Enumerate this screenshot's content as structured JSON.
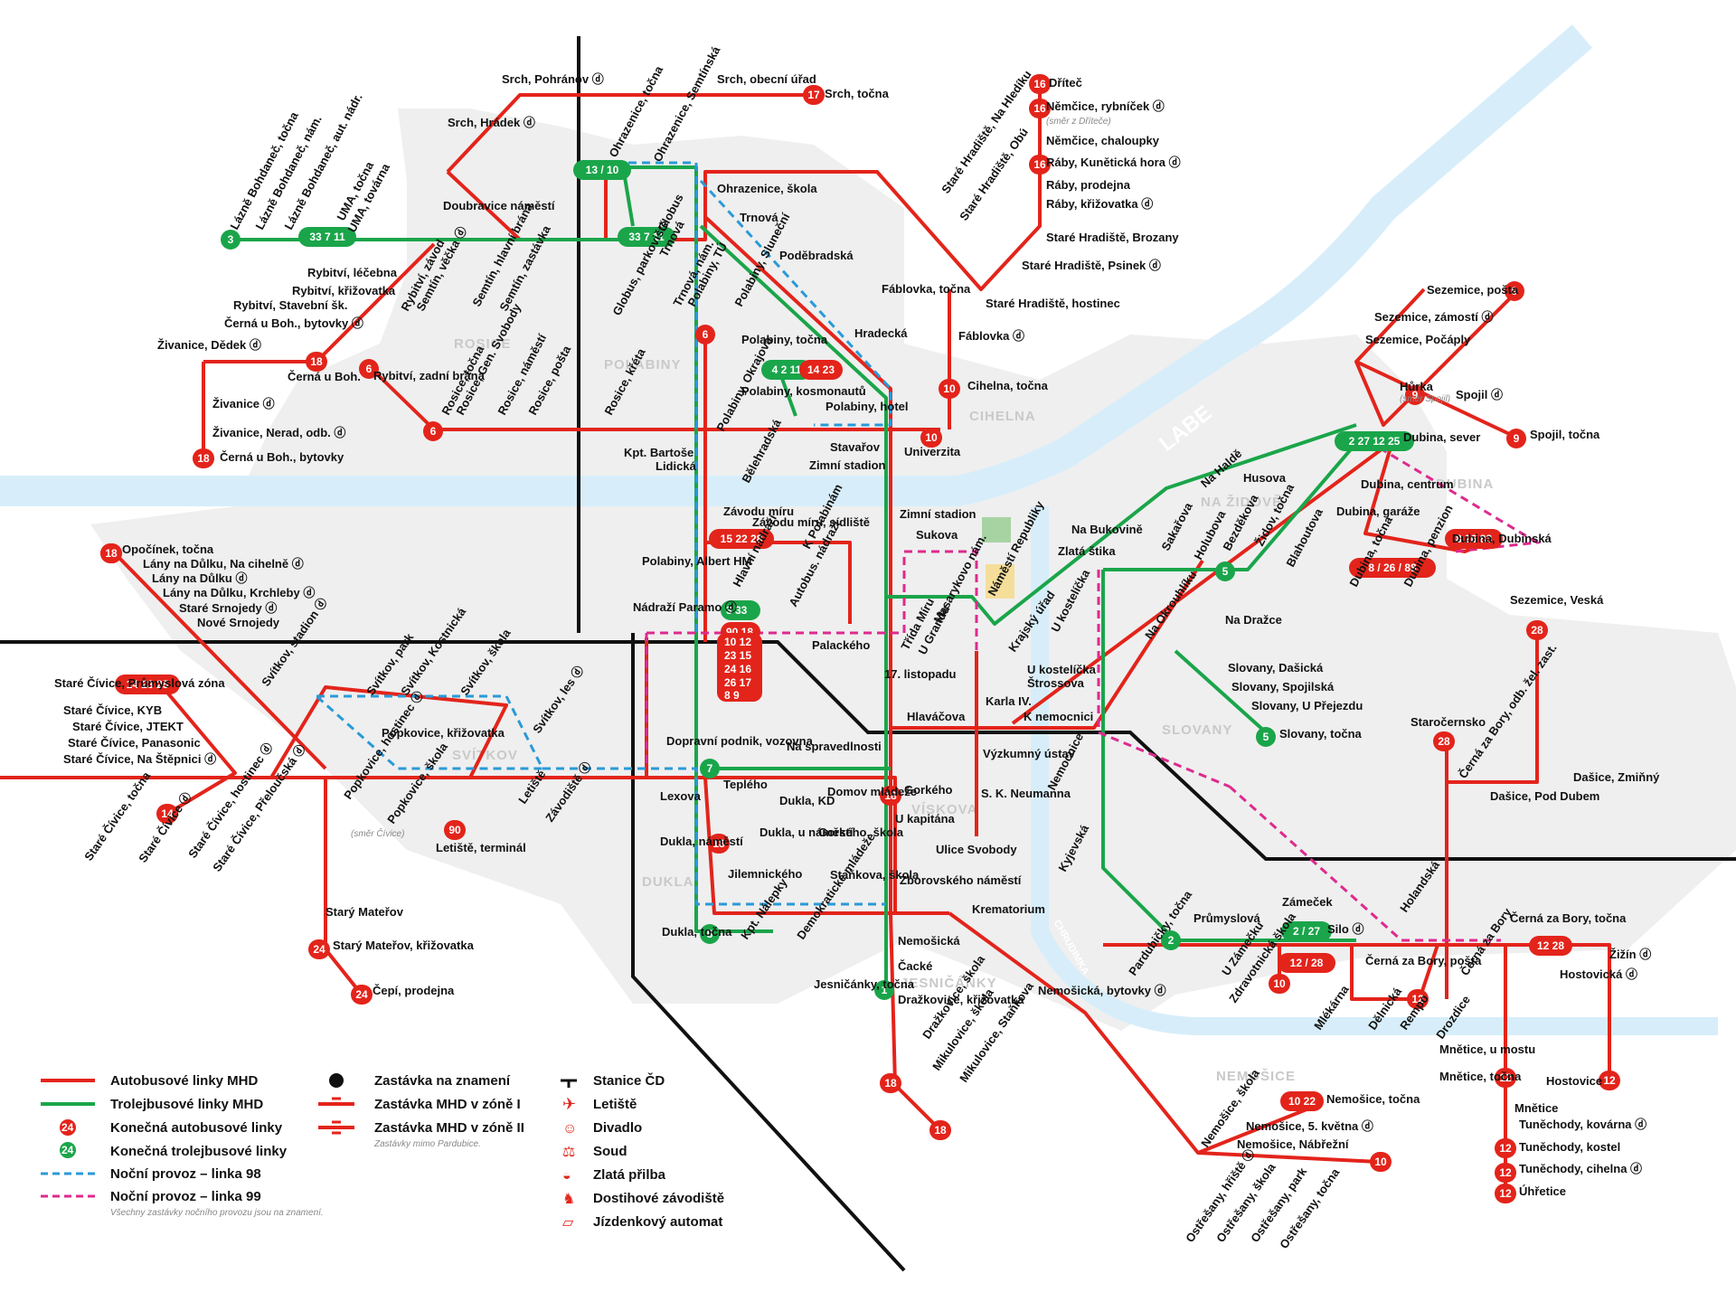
{
  "colors": {
    "bus": "#e3241b",
    "trolley": "#1aa54a",
    "night98": "#2a9ad8",
    "night99": "#de2a8e",
    "rail": "#111111",
    "river": "#d7eefa",
    "district": "#efefef"
  },
  "rivers": {
    "labe": "LABE",
    "chrudimka": "CHRUDIMKA"
  },
  "districts": [
    {
      "id": "rosice",
      "text": "ROSICE"
    },
    {
      "id": "polabiny",
      "text": "POLABINY"
    },
    {
      "id": "cihelna",
      "text": "CIHELNA"
    },
    {
      "id": "na_zidove",
      "text": "NA ŽIDOVĚ"
    },
    {
      "id": "dubina",
      "text": "DUBINA"
    },
    {
      "id": "slovany",
      "text": "SLOVANY"
    },
    {
      "id": "svitkov",
      "text": "SVÍTKOV"
    },
    {
      "id": "dukla",
      "text": "DUKLA"
    },
    {
      "id": "viskova",
      "text": "VÍSKOVA"
    },
    {
      "id": "jesnicanky",
      "text": "JESNIČÁNKY"
    },
    {
      "id": "nemosice",
      "text": "NEMOŠICE"
    }
  ],
  "terminals": [
    {
      "id": "t3",
      "kind": "trolley",
      "text": "3"
    },
    {
      "id": "t33_7_11_w",
      "kind": "trolley",
      "text": "33 7 11"
    },
    {
      "id": "t13_10",
      "kind": "trolley",
      "text": "13 / 10"
    },
    {
      "id": "t33_7_11_c",
      "kind": "trolley",
      "text": "33 7 11"
    },
    {
      "id": "t17",
      "kind": "bus",
      "text": "17"
    },
    {
      "id": "t16a",
      "kind": "bus",
      "text": "16"
    },
    {
      "id": "t16b",
      "kind": "bus",
      "text": "16"
    },
    {
      "id": "t16c",
      "kind": "bus",
      "text": "16"
    },
    {
      "id": "t18a",
      "kind": "bus",
      "text": "18"
    },
    {
      "id": "t18b",
      "kind": "bus",
      "text": "18"
    },
    {
      "id": "t6a",
      "kind": "bus",
      "text": "6"
    },
    {
      "id": "t6b",
      "kind": "bus",
      "text": "6"
    },
    {
      "id": "t6c",
      "kind": "bus",
      "text": "6"
    },
    {
      "id": "t18c",
      "kind": "bus",
      "text": "18"
    },
    {
      "id": "t42",
      "kind": "trolley",
      "text": "4 2 11"
    },
    {
      "id": "t1423",
      "kind": "bus",
      "text": "14 23"
    },
    {
      "id": "t10a",
      "kind": "bus",
      "text": "10"
    },
    {
      "id": "t10b",
      "kind": "bus",
      "text": "10"
    },
    {
      "id": "t9a",
      "kind": "bus",
      "text": "9"
    },
    {
      "id": "t9b",
      "kind": "bus",
      "text": "9"
    },
    {
      "id": "t9c",
      "kind": "bus",
      "text": "9"
    },
    {
      "id": "t2271225",
      "kind": "trolley",
      "text": "2 27 12 25"
    },
    {
      "id": "t152228",
      "kind": "bus",
      "text": "15 22 28"
    },
    {
      "id": "t8_26_88",
      "kind": "bus",
      "text": "8 26 88"
    },
    {
      "id": "t8_26_88b",
      "kind": "bus",
      "text": "8 / 26 / 88"
    },
    {
      "id": "t5a",
      "kind": "trolley",
      "text": "5"
    },
    {
      "id": "t5b",
      "kind": "trolley",
      "text": "5"
    },
    {
      "id": "t5c",
      "kind": "trolley",
      "text": "5"
    },
    {
      "id": "t18d",
      "kind": "bus",
      "text": "18"
    },
    {
      "id": "t28a",
      "kind": "bus",
      "text": "28"
    },
    {
      "id": "t28b",
      "kind": "bus",
      "text": "28"
    },
    {
      "id": "t142325",
      "kind": "bus",
      "text": "14 23 25"
    },
    {
      "id": "t14",
      "kind": "bus",
      "text": "14"
    },
    {
      "id": "t90",
      "kind": "bus",
      "text": "90"
    },
    {
      "id": "t7",
      "kind": "trolley",
      "text": "7"
    },
    {
      "id": "t18e",
      "kind": "bus",
      "text": "18"
    },
    {
      "id": "t18f",
      "kind": "bus",
      "text": "18"
    },
    {
      "id": "t24a",
      "kind": "bus",
      "text": "24"
    },
    {
      "id": "t24b",
      "kind": "bus",
      "text": "24"
    },
    {
      "id": "t1",
      "kind": "trolley",
      "text": "1"
    },
    {
      "id": "t18g",
      "kind": "bus",
      "text": "18"
    },
    {
      "id": "t18h",
      "kind": "bus",
      "text": "18"
    },
    {
      "id": "t2",
      "kind": "trolley",
      "text": "2"
    },
    {
      "id": "t227",
      "kind": "trolley",
      "text": "2 / 27"
    },
    {
      "id": "t1228",
      "kind": "bus",
      "text": "12 / 28"
    },
    {
      "id": "t10c",
      "kind": "bus",
      "text": "10"
    },
    {
      "id": "t12a",
      "kind": "bus",
      "text": "12"
    },
    {
      "id": "t1228b",
      "kind": "bus",
      "text": "12 28"
    },
    {
      "id": "t12b",
      "kind": "bus",
      "text": "12"
    },
    {
      "id": "t12c",
      "kind": "bus",
      "text": "12"
    },
    {
      "id": "t12d",
      "kind": "bus",
      "text": "12"
    },
    {
      "id": "t12e",
      "kind": "bus",
      "text": "12"
    },
    {
      "id": "t12f",
      "kind": "bus",
      "text": "12"
    },
    {
      "id": "t1022",
      "kind": "bus",
      "text": "10 22"
    },
    {
      "id": "t10d",
      "kind": "bus",
      "text": "10"
    }
  ],
  "hub": {
    "top": "3 33",
    "top2": "90 18",
    "rows": [
      "10 12",
      "23 15",
      "24 16",
      "26 17",
      "8 9"
    ]
  },
  "stops": [
    {
      "id": "s1",
      "text": "Srch, Pohránov ⓓ"
    },
    {
      "id": "s2",
      "text": "Srch, obecní úřad"
    },
    {
      "id": "s3",
      "text": "Srch, točna"
    },
    {
      "id": "s4",
      "text": "Srch, Hrádek ⓓ"
    },
    {
      "id": "s5",
      "text": "Doubravice náměstí"
    },
    {
      "id": "s6",
      "text": "Lázně Bohdaneč, točna"
    },
    {
      "id": "s7",
      "text": "Lázně Bohdaneč, nám."
    },
    {
      "id": "s8",
      "text": "Lázně Bohdaneč, aut. nádr."
    },
    {
      "id": "s9",
      "text": "UMA, točna"
    },
    {
      "id": "s10",
      "text": "UMA, továrna"
    },
    {
      "id": "s11",
      "text": "Rybitví, léčebna"
    },
    {
      "id": "s12",
      "text": "Rybitví, křižovatka"
    },
    {
      "id": "s13",
      "text": "Rybitví, Stavební šk."
    },
    {
      "id": "s14",
      "text": "Černá u Boh., bytovky ⓓ"
    },
    {
      "id": "s15",
      "text": "Živanice, Dědek ⓓ"
    },
    {
      "id": "s16",
      "text": "Černá u Boh."
    },
    {
      "id": "s17",
      "text": "Živanice ⓓ"
    },
    {
      "id": "s18",
      "text": "Živanice, Nerad, odb. ⓓ"
    },
    {
      "id": "s19",
      "text": "Černá u Boh., bytovky"
    },
    {
      "id": "s20",
      "text": "Rybitví, závod"
    },
    {
      "id": "s21",
      "text": "Semtín, věčka ⓓ"
    },
    {
      "id": "s22",
      "text": "Semtín, hlavní brána"
    },
    {
      "id": "s23",
      "text": "Semtín, zastávka"
    },
    {
      "id": "s24",
      "text": "Rybitví, zadní brána"
    },
    {
      "id": "s25",
      "text": "Rosice, točna"
    },
    {
      "id": "s26",
      "text": "Rosice, Gen. Svobody"
    },
    {
      "id": "s27",
      "text": "Rosice, náměstí"
    },
    {
      "id": "s28",
      "text": "Rosice, pošta"
    },
    {
      "id": "s29",
      "text": "Rosice, křéta"
    },
    {
      "id": "s30",
      "text": "Ohrazenice, točna"
    },
    {
      "id": "s31",
      "text": "Ohrazenice, Semtínská"
    },
    {
      "id": "s32",
      "text": "Ohrazenice, škola"
    },
    {
      "id": "s33",
      "text": "Globus"
    },
    {
      "id": "s34",
      "text": "Trnová"
    },
    {
      "id": "s35",
      "text": "Globus, parkoviště"
    },
    {
      "id": "s36",
      "text": "Trnová"
    },
    {
      "id": "s37",
      "text": "Trnová, nám."
    },
    {
      "id": "s38",
      "text": "Polabiny, TÚ"
    },
    {
      "id": "s39",
      "text": "Poděbradská"
    },
    {
      "id": "s40",
      "text": "Polabiny, Sluneční"
    },
    {
      "id": "s41",
      "text": "Hradecká"
    },
    {
      "id": "s42",
      "text": "Polabiny, točna"
    },
    {
      "id": "s43",
      "text": "Polabiny, kosmonautů"
    },
    {
      "id": "s44",
      "text": "Polabiny, hotel"
    },
    {
      "id": "s45",
      "text": "Polabiny, Okrajová"
    },
    {
      "id": "s46",
      "text": "Kpt. Bartoše"
    },
    {
      "id": "s47",
      "text": "Lidická"
    },
    {
      "id": "s48",
      "text": "Bělehradská"
    },
    {
      "id": "s49",
      "text": "Stavařov"
    },
    {
      "id": "s50",
      "text": "Univerzita"
    },
    {
      "id": "s51",
      "text": "Zimní stadion"
    },
    {
      "id": "s52",
      "text": "Staré Hradiště, Na Hledíku"
    },
    {
      "id": "s53",
      "text": "Staré Hradiště, Obú"
    },
    {
      "id": "s54",
      "text": "Fáblovka, točna"
    },
    {
      "id": "s55",
      "text": "Staré Hradiště, hostinec"
    },
    {
      "id": "s56",
      "text": "Fáblovka ⓓ"
    },
    {
      "id": "s57",
      "text": "Cihelna, točna"
    },
    {
      "id": "s58",
      "text": "Dříteč"
    },
    {
      "id": "s59",
      "text": "Němčice, rybníček ⓓ"
    },
    {
      "id": "s60",
      "text": "Němčice, chaloupky"
    },
    {
      "id": "s61",
      "text": "Ráby, Kunětická hora ⓓ"
    },
    {
      "id": "s62",
      "text": "Ráby, prodejna"
    },
    {
      "id": "s63",
      "text": "Ráby, křižovatka ⓓ"
    },
    {
      "id": "s64",
      "text": "Staré Hradiště, Brozany"
    },
    {
      "id": "s65",
      "text": "Staré Hradiště, Psinek ⓓ"
    },
    {
      "id": "s66",
      "text": "Sezemice, pošta"
    },
    {
      "id": "s67",
      "text": "Sezemice, zámostí ⓓ"
    },
    {
      "id": "s68",
      "text": "Sezemice, Počáply"
    },
    {
      "id": "s69",
      "text": "Hůrka"
    },
    {
      "id": "s70",
      "text": "Spojil ⓓ"
    },
    {
      "id": "s71",
      "text": "Spojil, točna"
    },
    {
      "id": "s72",
      "text": "Dubina, sever"
    },
    {
      "id": "s73",
      "text": "Na Haldě"
    },
    {
      "id": "s74",
      "text": "Husova"
    },
    {
      "id": "s75",
      "text": "Dubina, centrum"
    },
    {
      "id": "s76",
      "text": "Dubina, garáže"
    },
    {
      "id": "s77",
      "text": "Dubina, Dubinská"
    },
    {
      "id": "s78",
      "text": "Dubina, točna"
    },
    {
      "id": "s79",
      "text": "Dubina, penzion"
    },
    {
      "id": "s80",
      "text": "Na Bukovině"
    },
    {
      "id": "s81",
      "text": "Zlatá štika"
    },
    {
      "id": "s82",
      "text": "Sakařova"
    },
    {
      "id": "s83",
      "text": "Holubova"
    },
    {
      "id": "s84",
      "text": "Bezděkova"
    },
    {
      "id": "s85",
      "text": "Židov, točna"
    },
    {
      "id": "s86",
      "text": "Blahoutova"
    },
    {
      "id": "s87",
      "text": "Na Okrouhlíku"
    },
    {
      "id": "s88",
      "text": "Na Dražce"
    },
    {
      "id": "s89",
      "text": "Zimní stadion"
    },
    {
      "id": "s90",
      "text": "Sukova"
    },
    {
      "id": "s91",
      "text": "Náměstí Republiky"
    },
    {
      "id": "s92",
      "text": "Masarykovo nám."
    },
    {
      "id": "s93",
      "text": "Krajský úřad"
    },
    {
      "id": "s94",
      "text": "U kostelíčka"
    },
    {
      "id": "s95",
      "text": "U kostelíčka"
    },
    {
      "id": "s96",
      "text": "Štrossova"
    },
    {
      "id": "s97",
      "text": "Slovany, Dašická"
    },
    {
      "id": "s98",
      "text": "Slovany, Spojilská"
    },
    {
      "id": "s99",
      "text": "Slovany, U Přejezdu"
    },
    {
      "id": "s100",
      "text": "Slovany, točna"
    },
    {
      "id": "s101",
      "text": "Opočínek, točna"
    },
    {
      "id": "s102",
      "text": "Lány na Důlku, Na cihelně ⓓ"
    },
    {
      "id": "s103",
      "text": "Lány na Důlku ⓓ"
    },
    {
      "id": "s104",
      "text": "Lány na Důlku, Krchleby ⓓ"
    },
    {
      "id": "s105",
      "text": "Staré Srnojedy ⓓ"
    },
    {
      "id": "s106",
      "text": "Nové Srnojedy"
    },
    {
      "id": "s107",
      "text": "Polabiny, Albert HM"
    },
    {
      "id": "s108",
      "text": "Nádraží Paramo ⓓ"
    },
    {
      "id": "s109",
      "text": "Závodu míru"
    },
    {
      "id": "s110",
      "text": "Závodu míru, sídliště"
    },
    {
      "id": "s111",
      "text": "K Polabinám"
    },
    {
      "id": "s112",
      "text": "Hlavní nádraží"
    },
    {
      "id": "s113",
      "text": "Autobus. nádraží"
    },
    {
      "id": "s114",
      "text": "Palackého"
    },
    {
      "id": "s115",
      "text": "Třída Míru"
    },
    {
      "id": "s116",
      "text": "U Grandu"
    },
    {
      "id": "s117",
      "text": "17. listopadu"
    },
    {
      "id": "s118",
      "text": "Karla IV."
    },
    {
      "id": "s119",
      "text": "Hlaváčova"
    },
    {
      "id": "s120",
      "text": "K nemocnici"
    },
    {
      "id": "s121",
      "text": "Nemocnice"
    },
    {
      "id": "s122",
      "text": "Staré Čívice, Průmyslová zóna"
    },
    {
      "id": "s123",
      "text": "Staré Čívice, KYB"
    },
    {
      "id": "s124",
      "text": "Staré Čívice, JTEKT"
    },
    {
      "id": "s125",
      "text": "Staré Čívice, Panasonic"
    },
    {
      "id": "s126",
      "text": "Staré Čívice, Na Štěpnici ⓓ"
    },
    {
      "id": "s127",
      "text": "Svítkov, stadion ⓓ"
    },
    {
      "id": "s128",
      "text": "Svítkov, park"
    },
    {
      "id": "s129",
      "text": "Svítkov, Kostnická"
    },
    {
      "id": "s130",
      "text": "Svítkov, škola"
    },
    {
      "id": "s131",
      "text": "Svítkov, les ⓓ"
    },
    {
      "id": "s132",
      "text": "Popkovice, křižovatka"
    },
    {
      "id": "s133",
      "text": "Dopravní podnik, vozovna"
    },
    {
      "id": "s134",
      "text": "Na spravedlnosti"
    },
    {
      "id": "s135",
      "text": "Výzkumný ústav"
    },
    {
      "id": "s136",
      "text": "Staré Čívice, točna"
    },
    {
      "id": "s137",
      "text": "Staré Čívice ⓓ"
    },
    {
      "id": "s138",
      "text": "Staré Čívice, hostinec ⓓ"
    },
    {
      "id": "s139",
      "text": "Staré Čívice, Přeloučská ⓓ"
    },
    {
      "id": "s140",
      "text": "Popkovice, hostinec ⓓ"
    },
    {
      "id": "s141",
      "text": "Popkovice, škola"
    },
    {
      "id": "s142",
      "text": "Letiště, terminál"
    },
    {
      "id": "s143",
      "text": "Letiště"
    },
    {
      "id": "s144",
      "text": "Závodiště ⓓ"
    },
    {
      "id": "s145",
      "text": "Lexova"
    },
    {
      "id": "s146",
      "text": "Teplého"
    },
    {
      "id": "s147",
      "text": "Dukla, KD"
    },
    {
      "id": "s148",
      "text": "Domov mládeže"
    },
    {
      "id": "s149",
      "text": "Gorkého"
    },
    {
      "id": "s150",
      "text": "S. K. Neumanna"
    },
    {
      "id": "s151",
      "text": "U kapitána"
    },
    {
      "id": "s152",
      "text": "Dukla, náměstí"
    },
    {
      "id": "s153",
      "text": "Dukla, u náměstí"
    },
    {
      "id": "s154",
      "text": "Gorkého, škola"
    },
    {
      "id": "s155",
      "text": "Ulice Svobody"
    },
    {
      "id": "s156",
      "text": "Jilemnického"
    },
    {
      "id": "s157",
      "text": "Staňkova, škola"
    },
    {
      "id": "s158",
      "text": "Zborovského náměstí"
    },
    {
      "id": "s159",
      "text": "Krematorium"
    },
    {
      "id": "s160",
      "text": "Dukla, točna"
    },
    {
      "id": "s161",
      "text": "Kpt. Nálepky"
    },
    {
      "id": "s162",
      "text": "Demokratické mládeže"
    },
    {
      "id": "s163",
      "text": "Nemošická"
    },
    {
      "id": "s164",
      "text": "Čacké"
    },
    {
      "id": "s165",
      "text": "Jesničánky, točna"
    },
    {
      "id": "s166",
      "text": "Dražkovice, křižovatka"
    },
    {
      "id": "s167",
      "text": "Dražkovice, škola"
    },
    {
      "id": "s168",
      "text": "Mikulovice, škola"
    },
    {
      "id": "s169",
      "text": "Mikulovice, Staňkova"
    },
    {
      "id": "s170",
      "text": "Nemošická, bytovky ⓓ"
    },
    {
      "id": "s171",
      "text": "Kyjevská"
    },
    {
      "id": "s172",
      "text": "Starý Mateřov"
    },
    {
      "id": "s173",
      "text": "Starý Mateřov, křižovatka"
    },
    {
      "id": "s174",
      "text": "Čepí, prodejna"
    },
    {
      "id": "s175",
      "text": "Průmyslová"
    },
    {
      "id": "s176",
      "text": "Zámeček"
    },
    {
      "id": "s177",
      "text": "Silo ⓓ"
    },
    {
      "id": "s178",
      "text": "Holandská"
    },
    {
      "id": "s179",
      "text": "Pardubičky, točna"
    },
    {
      "id": "s180",
      "text": "U Zámečku"
    },
    {
      "id": "s181",
      "text": "Zdravotnická škola"
    },
    {
      "id": "s182",
      "text": "Černá za Bory, pošta"
    },
    {
      "id": "s183",
      "text": "Černá za Bory, točna"
    },
    {
      "id": "s184",
      "text": "Hostovická ⓓ"
    },
    {
      "id": "s185",
      "text": "Žižín ⓓ"
    },
    {
      "id": "s186",
      "text": "Mlékárna"
    },
    {
      "id": "s187",
      "text": "Dělnická"
    },
    {
      "id": "s188",
      "text": "Rempo"
    },
    {
      "id": "s189",
      "text": "Drozdice"
    },
    {
      "id": "s190",
      "text": "Černá za Bory"
    },
    {
      "id": "s191",
      "text": "Mnětice, u mostu"
    },
    {
      "id": "s192",
      "text": "Mnětice, točna"
    },
    {
      "id": "s193",
      "text": "Hostovice"
    },
    {
      "id": "s194",
      "text": "Mnětice"
    },
    {
      "id": "s195",
      "text": "Tuněchody, kovárna ⓓ"
    },
    {
      "id": "s196",
      "text": "Tuněchody, kostel"
    },
    {
      "id": "s197",
      "text": "Tuněchody, cihelna ⓓ"
    },
    {
      "id": "s198",
      "text": "Úhřetice"
    },
    {
      "id": "s199",
      "text": "Staročernsko"
    },
    {
      "id": "s200",
      "text": "Černá za Bory, odb. žel. zast."
    },
    {
      "id": "s201",
      "text": "Dašice, Zmiňný"
    },
    {
      "id": "s202",
      "text": "Dašice, Pod Dubem"
    },
    {
      "id": "s203",
      "text": "Sezemice, Veská"
    },
    {
      "id": "s204",
      "text": "Nemošice, točna"
    },
    {
      "id": "s205",
      "text": "Nemošice, škola"
    },
    {
      "id": "s206",
      "text": "Nemošice, 5. května ⓓ"
    },
    {
      "id": "s207",
      "text": "Nemošice, Nábřežní"
    },
    {
      "id": "s208",
      "text": "Ostřešany, hřiště ⓓ"
    },
    {
      "id": "s209",
      "text": "Ostřešany, škola"
    },
    {
      "id": "s210",
      "text": "Ostřešany, park"
    },
    {
      "id": "s211",
      "text": "Ostřešany, točna"
    }
  ],
  "notes": {
    "hurka": "(směr Spojil)",
    "nemcice": "(směr z Dříteče)",
    "popkovice": "(směr Čívice)"
  },
  "legend": {
    "bus": "Autobusové linky MHD",
    "trolley": "Trolejbusové linky MHD",
    "bus_term": "Konečná autobusové linky",
    "trolley_term": "Konečná trolejbusové linky",
    "n98": "Noční provoz – linka 98",
    "n99": "Noční provoz – linka 99",
    "night_note": "Všechny zastávky nočního provozu jsou na znamení.",
    "request": "Zastávka na znamení",
    "zone1": "Zastávka MHD v zóně I",
    "zone2": "Zastávka MHD v zóně II",
    "zone_note": "Zastávky mimo Pardubice.",
    "rail": "Stanice ČD",
    "airport": "Letiště",
    "theatre": "Divadlo",
    "court": "Soud",
    "helmet": "Zlatá přilba",
    "race": "Dostihové závodiště",
    "ticket": "Jízdenkový automat",
    "sample": "24"
  }
}
